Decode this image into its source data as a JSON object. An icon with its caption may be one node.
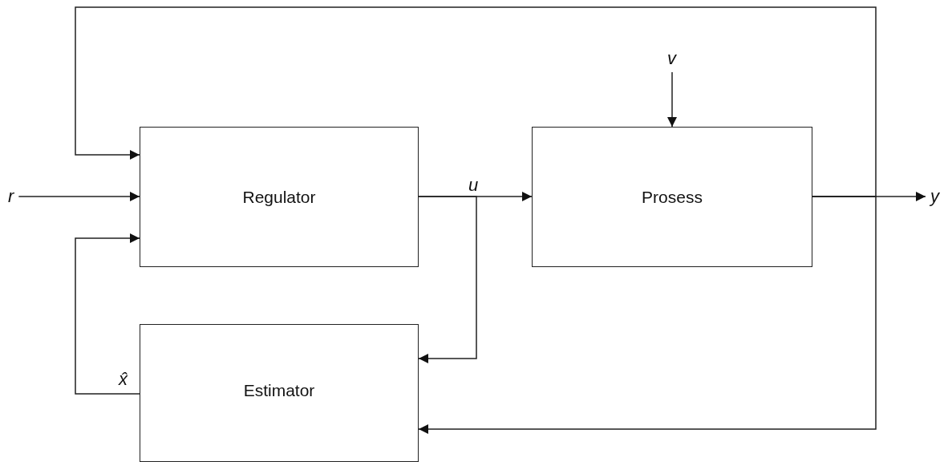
{
  "diagram": {
    "nodes": [
      {
        "text": [
          "r"
        ]
      },
      {
        "text": [
          "Regulator"
        ]
      },
      {
        "text": [
          "v"
        ]
      },
      {
        "text": [
          "Prosess"
        ]
      },
      {
        "text": [
          "y"
        ]
      },
      {
        "text": [
          "Estimator"
        ]
      }
    ],
    "edges": [
      {
        "from": 0,
        "to": 1,
        "arrow": "to"
      },
      {
        "from": 1,
        "to": 3,
        "arrow": "to",
        "label": "u"
      },
      {
        "from": 1,
        "to": 5,
        "arrow": "to"
      },
      {
        "from": 2,
        "to": 3,
        "arrow": "to"
      },
      {
        "from": 3,
        "to": 4,
        "arrow": "to"
      },
      {
        "from": 3,
        "to": 1,
        "arrow": "to"
      },
      {
        "from": 3,
        "to": 5,
        "arrow": "to"
      },
      {
        "from": 5,
        "to": 1,
        "arrow": "to",
        "label": "x̂"
      }
    ]
  }
}
